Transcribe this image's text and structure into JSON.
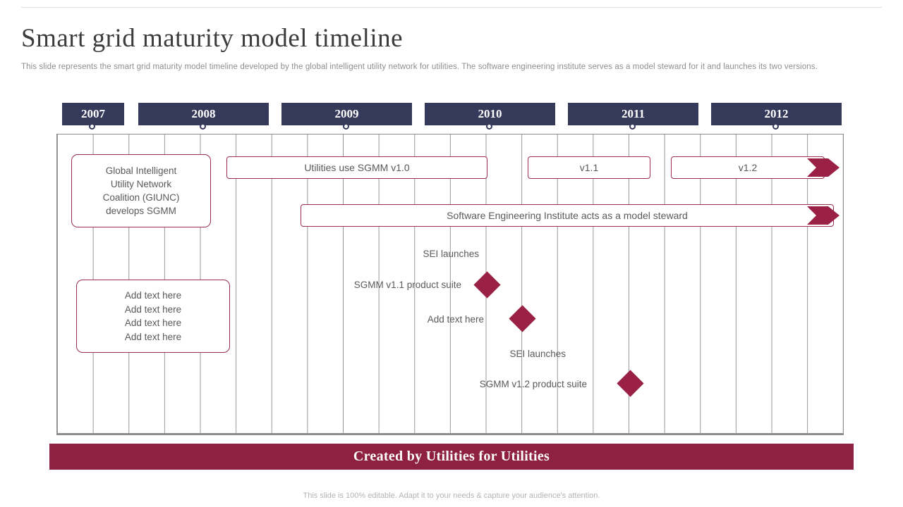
{
  "colors": {
    "navy": "#353a5a",
    "maroon": "#9a2145",
    "banner_maroon": "#8e2042",
    "text_gray": "#595959"
  },
  "header": {
    "title": "Smart grid maturity model timeline",
    "subtitle": "This slide represents the smart grid maturity model timeline developed by the global intelligent utility network for utilities. The software engineering institute serves as a model steward for it and launches its two versions."
  },
  "timeline": {
    "years": [
      "2007",
      "2008",
      "2009",
      "2010",
      "2011",
      "2012"
    ],
    "boxes": {
      "giunc": {
        "lines": [
          "Global Intelligent",
          "Utility Network",
          "Coalition (GIUNC)",
          "develops SGMM"
        ]
      },
      "utilities": "Utilities use SGMM v1.0",
      "v11": "v1.1",
      "v12": "v1.2",
      "steward": "Software Engineering Institute  acts as a model steward",
      "placeholder": {
        "lines": [
          "Add text here",
          "Add text here",
          "Add text here",
          "Add text here"
        ]
      }
    },
    "milestones": [
      {
        "line1": "SEI launches",
        "line2": "SGMM v1.1 product suite",
        "year": "2010"
      },
      {
        "line1": "Add text here",
        "year": "2010"
      },
      {
        "line1": "SEI launches",
        "line2": "SGMM v1.2 product suite",
        "year": "2011"
      }
    ]
  },
  "banner": {
    "text": "Created by Utilities for Utilities"
  },
  "footer": {
    "text": "This slide is 100% editable. Adapt it to your needs & capture your audience's attention."
  }
}
